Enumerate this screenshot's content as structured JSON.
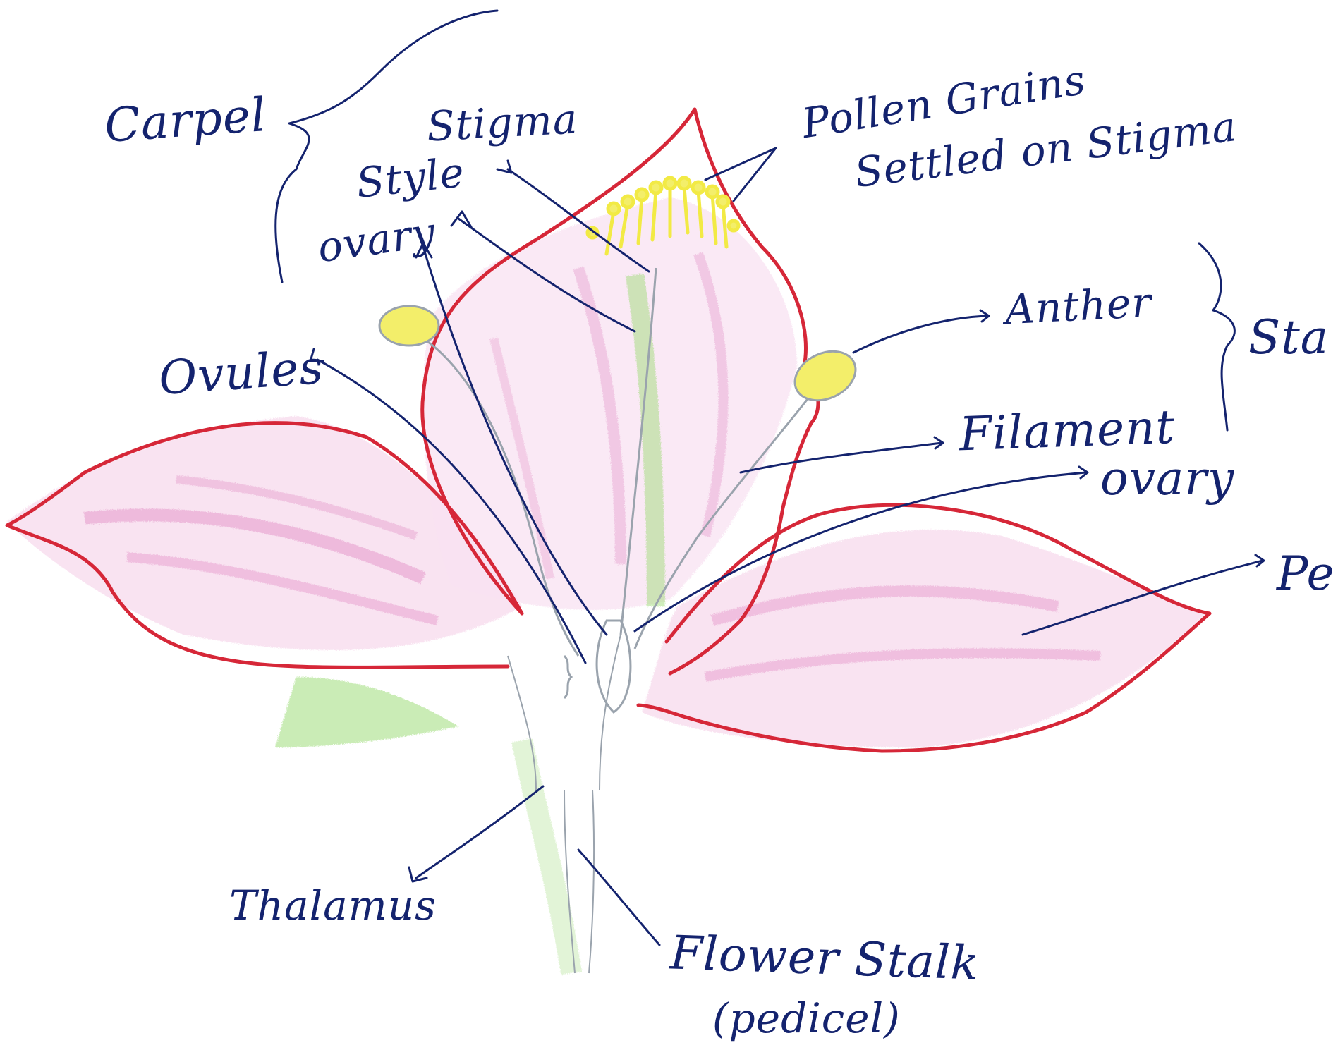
{
  "labels": {
    "carpel": "Carpel",
    "stigma": "Stigma",
    "style": "Style",
    "ovary_top": "ovary",
    "pollen_line1": "Pollen Grains",
    "pollen_line2": "Settled on Stigma",
    "anther": "Anther",
    "stamen_partial": "Sta",
    "ovules": "Ovules",
    "filament": "Filament",
    "ovary_right": "ovary",
    "petal_partial": "Pe",
    "thalamus": "Thalamus",
    "flower_stalk": "Flower Stalk",
    "pedicel": "(pedicel)"
  },
  "colors": {
    "ink": "#14236e",
    "petal_outline": "#d62738",
    "petal_shade": "#e08ac4",
    "stamen_yellow": "#f3ee6a",
    "green_shade": "#9fdc7a"
  }
}
